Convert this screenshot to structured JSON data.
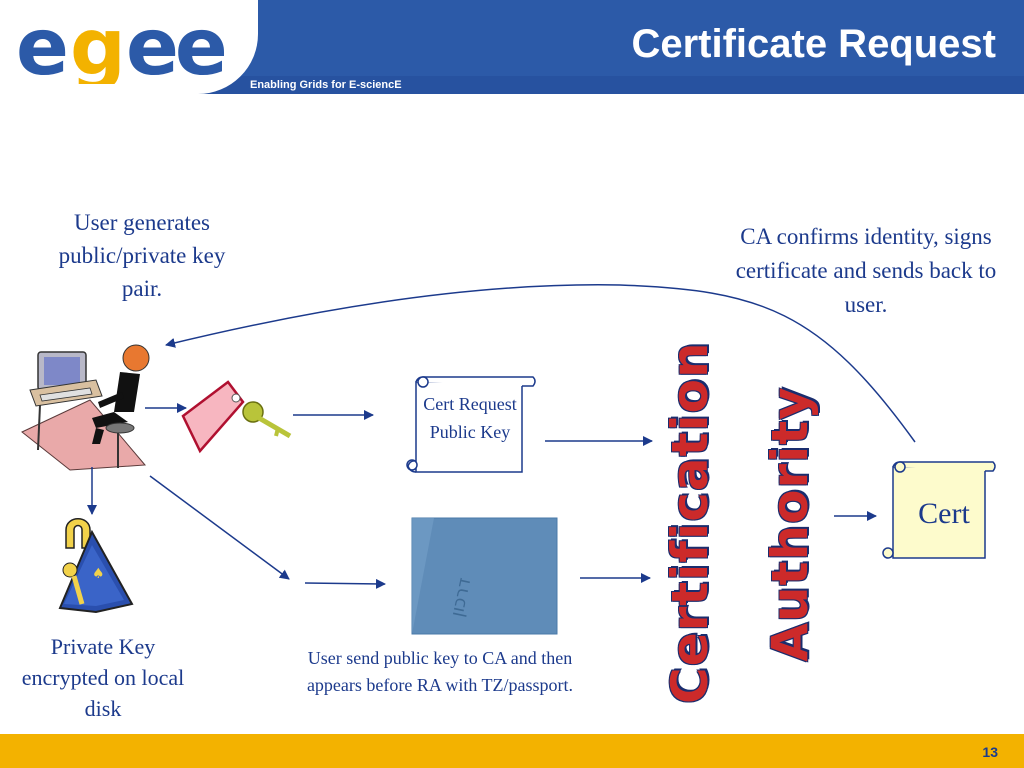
{
  "header": {
    "logo_text": "egee",
    "title": "Certificate Request",
    "tagline": "Enabling Grids for E-sciencE"
  },
  "diagram": {
    "user_step": "User generates public/private key pair.",
    "ca_step": "CA confirms identity, signs certificate and sends back to user.",
    "private_key": "Private Key encrypted on local disk",
    "send_step": "User send public key to CA and then appears before RA with TZ/passport.",
    "cert_request_doc": "Cert Request Public Key",
    "cert_doc": "Cert",
    "ca_word1": "Certification",
    "ca_word2": "Authority",
    "passport_text": "דרכון"
  },
  "footer": {
    "page_number": "13"
  },
  "colors": {
    "header_blue": "#2c5aa8",
    "footer_yellow": "#f3b200",
    "text_blue": "#1c3a8c",
    "ca_red": "#cc2a2a"
  }
}
